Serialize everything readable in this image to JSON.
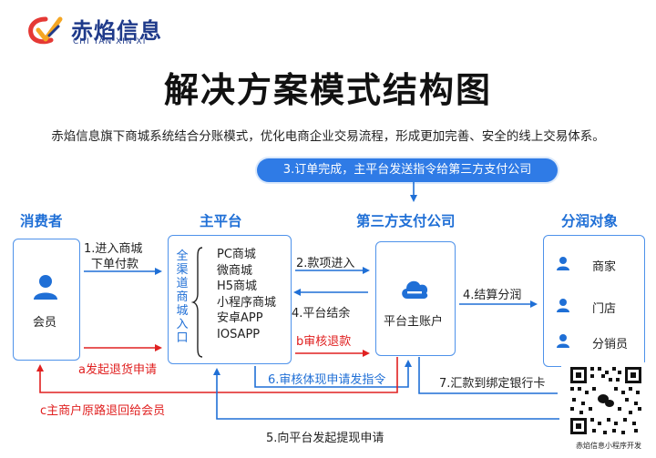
{
  "logo": {
    "name_cn": "赤焰信息",
    "name_en": "CHI YAN XIN XI",
    "colors": {
      "blue": "#1f3a8a",
      "red": "#e53935",
      "yellow": "#f5a623"
    }
  },
  "title": "解决方案模式结构图",
  "subtitle": "赤焰信息旗下商城系统结合分账模式，优化电商企业交易流程，形成更加完善、安全的线上交易体系。",
  "banner": "3.订单完成，主平台发送指令给第三方支付公司",
  "columns": {
    "consumer": "消费者",
    "main_platform": "主平台",
    "third_party": "第三方支付公司",
    "split_target": "分润对象"
  },
  "consumer_box": {
    "label": "会员",
    "icon": "user-icon"
  },
  "platform_box": {
    "side_label": "全渠道商城入口",
    "items": [
      "PC商城",
      "微商城",
      "H5商城",
      "小程序商城",
      "安卓APP",
      "IOSAPP"
    ]
  },
  "payment_box": {
    "label": "平台主账户",
    "icon": "cloud-icon"
  },
  "split_box": {
    "items": [
      {
        "label": "商家",
        "icon": "user-icon"
      },
      {
        "label": "门店",
        "icon": "user-icon"
      },
      {
        "label": "分销员",
        "icon": "user-icon"
      }
    ]
  },
  "flows": {
    "f1_line1": "1.进入商城",
    "f1_line2": "下单付款",
    "f2": "2.款项进入",
    "f4": "4.平台结余",
    "f4b": "4.结算分润",
    "fa": "a发起退货申请",
    "fb": "b审核退款",
    "fc": "c主商户原路退回给会员",
    "f5": "5.向平台发起提现申请",
    "f6": "6.审核体现申请发指令",
    "f7": "7.汇款到绑定银行卡"
  },
  "qr": {
    "caption": "赤焰信息小程序开发"
  },
  "colors": {
    "blue": "#1f6fd6",
    "box_border": "#4e92ea",
    "red": "#e02020",
    "banner": "#2f7be6"
  }
}
